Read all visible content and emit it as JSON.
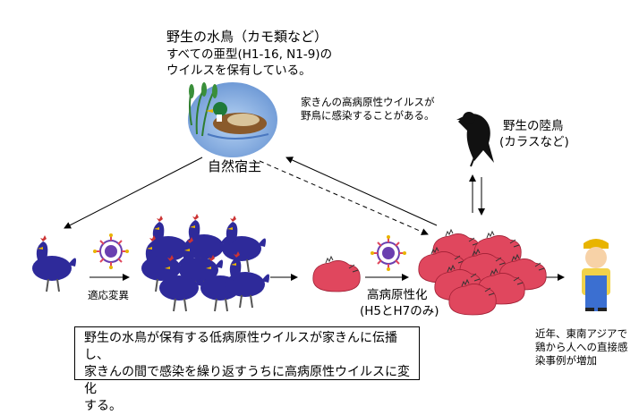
{
  "wild_waterfowl": {
    "title": "野生の水鳥（カモ類など）",
    "desc_line1": "すべての亜型(H1-16, N1-9)の",
    "desc_line2": "ウイルスを保有している。"
  },
  "natural_host_label": "自然宿主",
  "spillback_note": {
    "line1": "家きんの高病原性ウイルスが",
    "line2": "野鳥に感染することがある。"
  },
  "wild_land_bird": {
    "line1": "野生の陸鳥",
    "line2": "(カラスなど)"
  },
  "adaptation_label": "適応変異",
  "hpai_label": {
    "line1": "高病原性化",
    "line2": "(H5とH7のみ)"
  },
  "human_note": {
    "line1": "近年、東南アジアで",
    "line2": "鶏から人への直接感",
    "line3": "染事例が増加"
  },
  "summary_box": {
    "line1": "野生の水鳥が保有する低病原性ウイルスが家きんに伝播し、",
    "line2": "家きんの間で感染を繰り返すうちに高病原性ウイルスに変化",
    "line3": "する。"
  },
  "colors": {
    "chicken_blue": "#2e2a9a",
    "chicken_red": "#e0475e",
    "water_blue": "#8fb6e6",
    "virus_purple": "#6a3fb0"
  }
}
